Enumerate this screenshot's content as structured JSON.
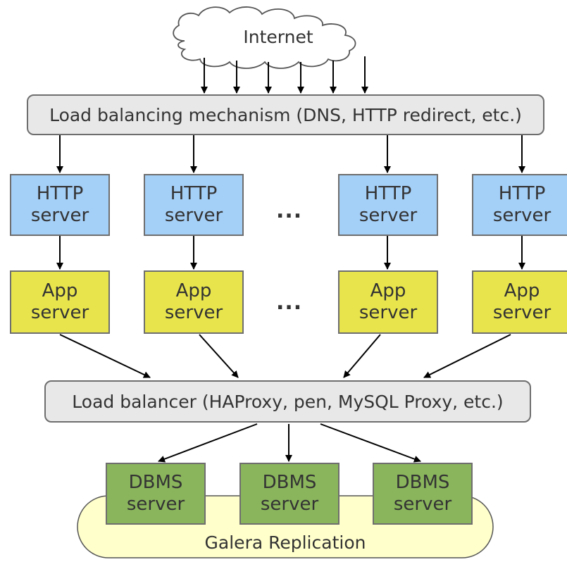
{
  "internet": {
    "label": "Internet"
  },
  "top_balancer": {
    "label": "Load balancing mechanism (DNS, HTTP redirect, etc.)"
  },
  "http_servers": [
    {
      "line1": "HTTP",
      "line2": "server"
    },
    {
      "line1": "HTTP",
      "line2": "server"
    },
    {
      "line1": "HTTP",
      "line2": "server"
    },
    {
      "line1": "HTTP",
      "line2": "server"
    }
  ],
  "app_servers": [
    {
      "line1": "App",
      "line2": "server"
    },
    {
      "line1": "App",
      "line2": "server"
    },
    {
      "line1": "App",
      "line2": "server"
    },
    {
      "line1": "App",
      "line2": "server"
    }
  ],
  "ellipsis": "...",
  "db_balancer": {
    "label": "Load balancer (HAProxy, pen, MySQL Proxy, etc.)"
  },
  "dbms_servers": [
    {
      "line1": "DBMS",
      "line2": "server"
    },
    {
      "line1": "DBMS",
      "line2": "server"
    },
    {
      "line1": "DBMS",
      "line2": "server"
    }
  ],
  "replication": {
    "label": "Galera Replication"
  },
  "colors": {
    "http": "#a4cff7",
    "app": "#e8e54c",
    "dbms": "#8ab55c",
    "balancer": "#e8e8e8",
    "replication": "#ffffcc",
    "border": "#6e6e6e"
  }
}
